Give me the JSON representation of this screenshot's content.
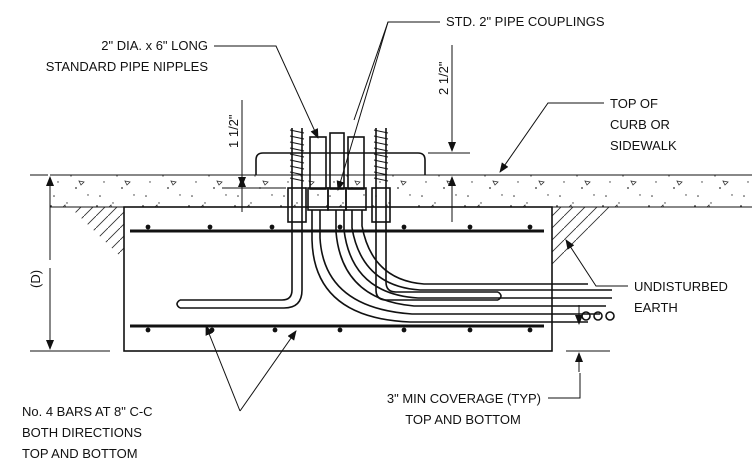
{
  "labels": {
    "pipe_nipples_line1": "2\" DIA. x 6\" LONG",
    "pipe_nipples_line2": "STANDARD PIPE NIPPLES",
    "couplings": "STD. 2\" PIPE COUPLINGS",
    "dim_2_half": "2 1/2\"",
    "dim_1_half": "1 1/2\"",
    "top_curb_line1": "TOP OF",
    "top_curb_line2": "CURB OR",
    "top_curb_line3": "SIDEWALK",
    "dim_d": "(D)",
    "earth_line1": "UNDISTURBED",
    "earth_line2": "EARTH",
    "bars_line1": "No. 4 BARS AT 8\" C-C",
    "bars_line2": "BOTH DIRECTIONS",
    "bars_line3": "TOP AND BOTTOM",
    "coverage_line1": "3\" MIN COVERAGE (TYP)",
    "coverage_line2": "TOP AND BOTTOM"
  }
}
